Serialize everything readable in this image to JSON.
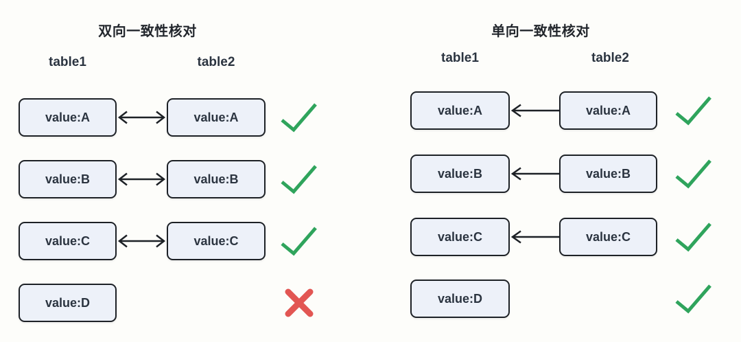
{
  "colors": {
    "page_bg": "#fdfdfa",
    "box_fill": "#edf1f9",
    "box_border": "#1d2126",
    "box_text": "#2b3440",
    "title_text": "#22262c",
    "arrow": "#1d2126",
    "check": "#2fa45c",
    "cross": "#e25653"
  },
  "panels": [
    {
      "id": "bidirectional-check",
      "title": "双向一致性核对",
      "columns": [
        "table1",
        "table2"
      ],
      "rows": [
        {
          "left": "value:A",
          "right": "value:A",
          "arrow": "bidirectional",
          "result": "check"
        },
        {
          "left": "value:B",
          "right": "value:B",
          "arrow": "bidirectional",
          "result": "check"
        },
        {
          "left": "value:C",
          "right": "value:C",
          "arrow": "bidirectional",
          "result": "check"
        },
        {
          "left": "value:D",
          "right": null,
          "arrow": "none",
          "result": "cross"
        }
      ]
    },
    {
      "id": "unidirectional-check",
      "title": "单向一致性核对",
      "columns": [
        "table1",
        "table2"
      ],
      "rows": [
        {
          "left": "value:A",
          "right": "value:A",
          "arrow": "left",
          "result": "check"
        },
        {
          "left": "value:B",
          "right": "value:B",
          "arrow": "left",
          "result": "check"
        },
        {
          "left": "value:C",
          "right": "value:C",
          "arrow": "left",
          "result": "check"
        },
        {
          "left": "value:D",
          "right": null,
          "arrow": "none",
          "result": "check"
        }
      ]
    }
  ]
}
